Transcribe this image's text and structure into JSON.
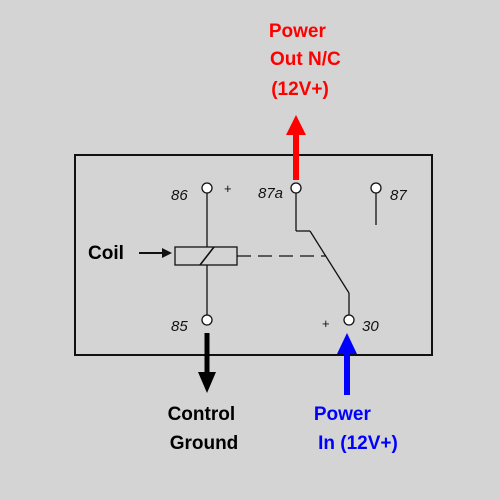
{
  "colors": {
    "background": "#d4d4d4",
    "relay_outline": "#111111",
    "power_out": "#ff0000",
    "power_in": "#0000ff",
    "control_ground": "#000000"
  },
  "callouts": {
    "power_out": [
      "Power",
      "Out N/C",
      "(12V+)"
    ],
    "control_ground": [
      "Control",
      "Ground"
    ],
    "power_in": [
      "Power",
      "In (12V+)"
    ],
    "coil": "Coil"
  },
  "pins": {
    "p86": "86",
    "p87a": "87a",
    "p87": "87",
    "p85": "85",
    "p30": "30"
  },
  "polarity": {
    "p86": "+",
    "p30": "+"
  }
}
